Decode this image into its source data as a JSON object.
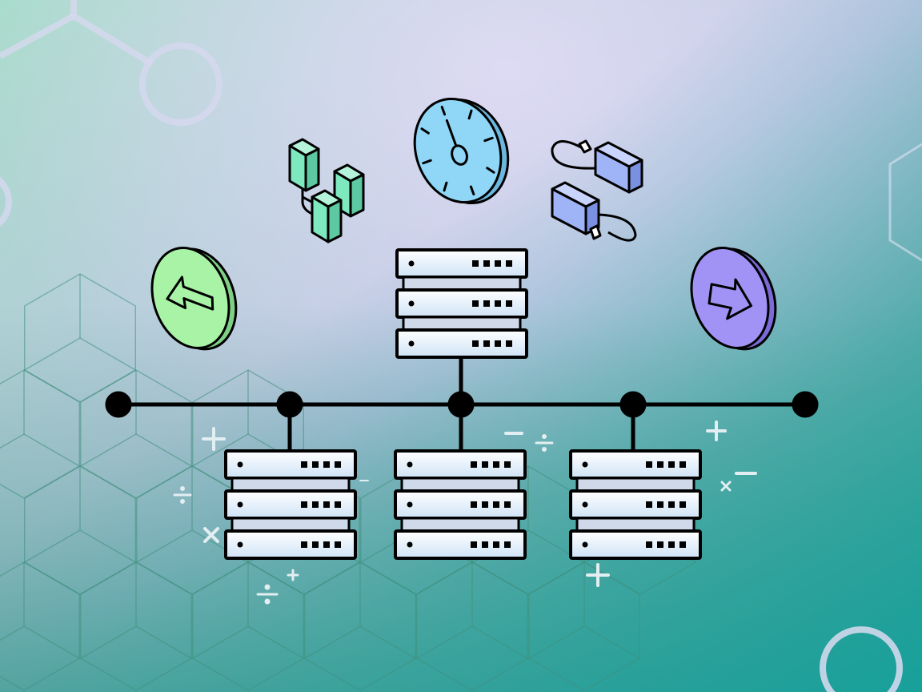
{
  "colors": {
    "bg_top_left": "#a6dcc9",
    "bg_top_right": "#dcd6f2",
    "bg_bottom_left": "#5ea98e",
    "bg_bottom_right": "#1e9c9a",
    "line": "#000000",
    "server_face_top": "#ffffff",
    "server_face_bottom": "#cfe3f6",
    "coin_green": "#a9f3a7",
    "coin_purple": "#a192f5",
    "clock_blue": "#8fd6f7",
    "cable_blue": "#9fb4f7",
    "nodes_green": "#7ee8bf",
    "symbol_light": "#d9ecf0"
  },
  "icons": {
    "left_arrow_coin": "arrow-up-left-icon",
    "right_arrow_coin": "arrow-down-right-icon",
    "clock": "clock-icon",
    "node_cluster": "node-cluster-icon",
    "cable_connection": "cable-connection-icon",
    "server": "server-rack-icon"
  },
  "diagram": {
    "server_racks": 4,
    "units_per_rack": 3,
    "bus_nodes": 5
  }
}
